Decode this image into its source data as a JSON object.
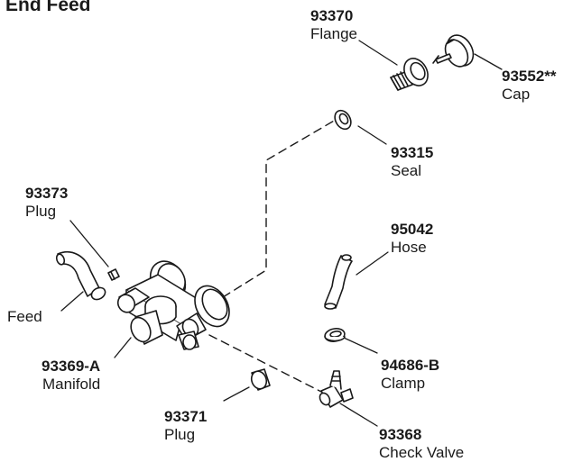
{
  "title": "End Feed",
  "parts": {
    "flange": {
      "number": "93370",
      "name": "Flange"
    },
    "cap": {
      "number": "93552**",
      "name": "Cap"
    },
    "seal": {
      "number": "93315",
      "name": "Seal"
    },
    "plug_top": {
      "number": "93373",
      "name": "Plug"
    },
    "hose": {
      "number": "95042",
      "name": "Hose"
    },
    "feed": {
      "name": "Feed"
    },
    "manifold": {
      "number": "93369-A",
      "name": "Manifold"
    },
    "clamp": {
      "number": "94686-B",
      "name": "Clamp"
    },
    "plug_bottom": {
      "number": "93371",
      "name": "Plug"
    },
    "check_valve": {
      "number": "93368",
      "name": "Check Valve"
    }
  }
}
